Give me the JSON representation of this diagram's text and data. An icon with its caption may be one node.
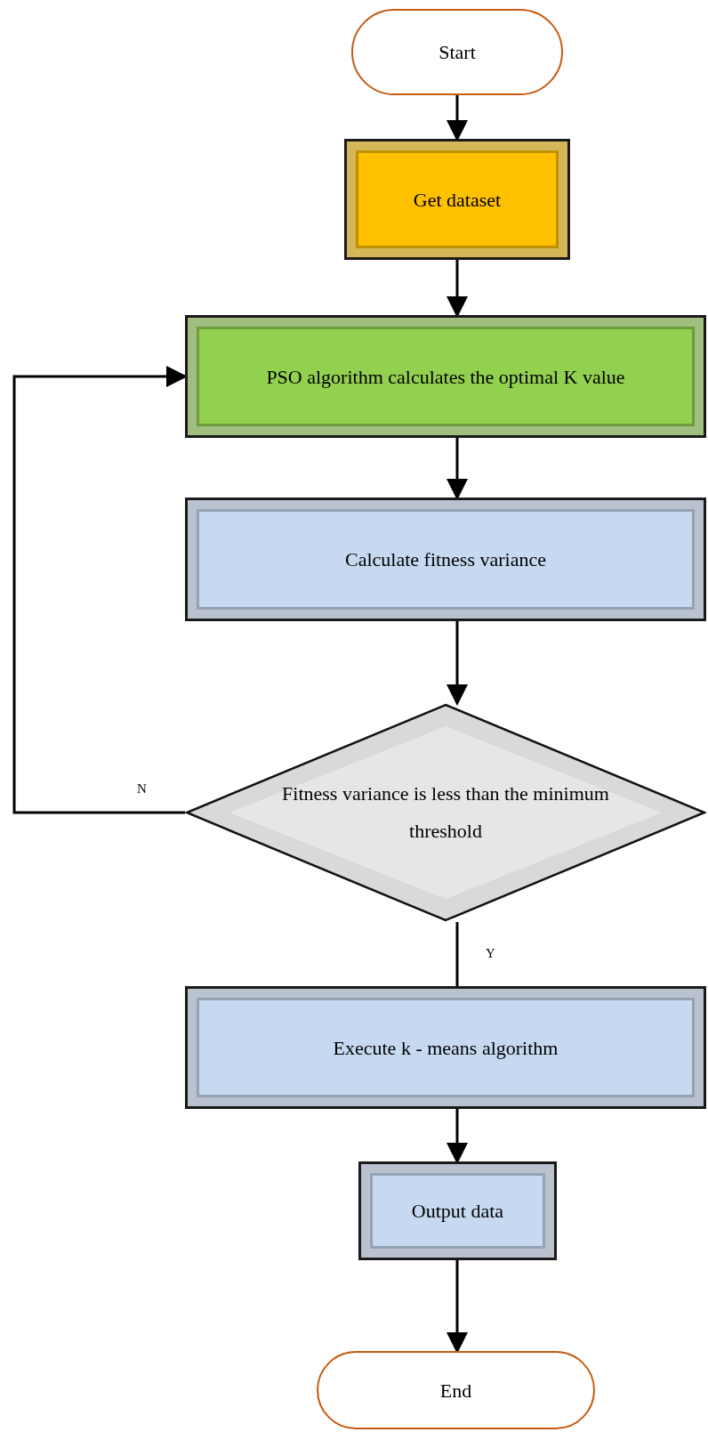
{
  "diagram": {
    "nodes": [
      {
        "text": [
          "Start"
        ]
      },
      {
        "text": [
          "Get dataset"
        ]
      },
      {
        "text": [
          "PSO algorithm calculates the optimal K value"
        ]
      },
      {
        "text": [
          "Calculate fitness variance"
        ]
      },
      {
        "text": [
          "Fitness variance is less than the minimum threshold"
        ]
      },
      {
        "text": [
          "Execute k  -  means algorithm"
        ]
      },
      {
        "text": [
          "Output data"
        ]
      },
      {
        "text": [
          "End"
        ]
      }
    ],
    "edges": [
      {
        "from": 0,
        "to": 1,
        "arrow": "to"
      },
      {
        "from": 1,
        "to": 2,
        "arrow": "to"
      },
      {
        "from": 2,
        "to": 3,
        "arrow": "to"
      },
      {
        "from": 3,
        "to": 4,
        "arrow": "to"
      },
      {
        "from": 4,
        "to": 2,
        "arrow": "to",
        "label": "N"
      },
      {
        "from": 4,
        "to": 5,
        "arrow": "none",
        "label": "Y"
      },
      {
        "from": 5,
        "to": 6,
        "arrow": "to"
      },
      {
        "from": 6,
        "to": 7,
        "arrow": "to"
      }
    ]
  }
}
